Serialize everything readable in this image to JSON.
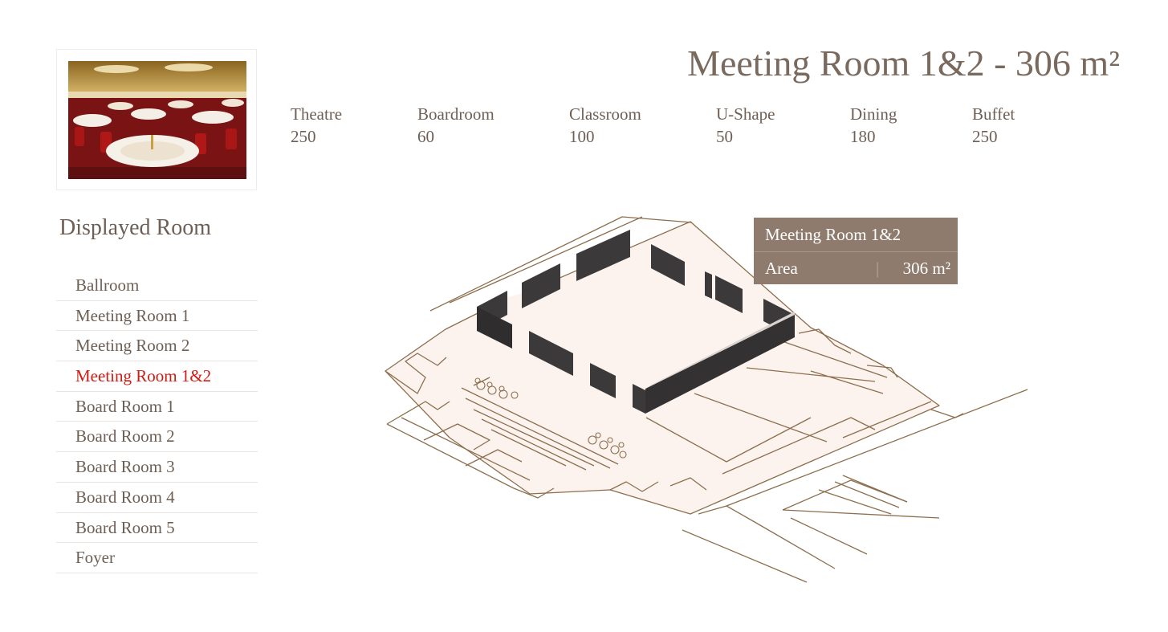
{
  "title": "Meeting Room 1&2 - 306 m²",
  "capacities": [
    {
      "label": "Theatre",
      "value": "250"
    },
    {
      "label": "Boardroom",
      "value": "60"
    },
    {
      "label": "Classroom",
      "value": "100"
    },
    {
      "label": "U-Shape",
      "value": "50"
    },
    {
      "label": "Dining",
      "value": "180"
    },
    {
      "label": "Buffet",
      "value": "250"
    }
  ],
  "sidebar": {
    "heading": "Displayed Room",
    "rooms": [
      "Ballroom",
      "Meeting Room 1",
      "Meeting Room 2",
      "Meeting Room 1&2",
      "Board Room 1",
      "Board Room 2",
      "Board Room 3",
      "Board Room 4",
      "Board Room 5",
      "Foyer"
    ],
    "active_index": 3
  },
  "tooltip": {
    "title": "Meeting Room 1&2",
    "label": "Area",
    "separator": "|",
    "value": "306 m²"
  },
  "colors": {
    "text": "#6e5f55",
    "title": "#7a6a5e",
    "active": "#d11b12",
    "tooltip_bg": "#8e7b6d",
    "plan_line": "#8b6f4e",
    "plan_fill": "#fdf3ee",
    "wall": "#3b393a"
  }
}
